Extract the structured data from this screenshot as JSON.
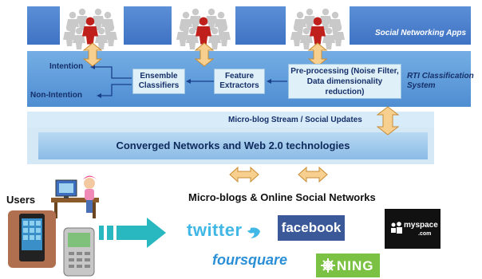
{
  "apps_layer": {
    "label": "Social Networking Apps",
    "colors": {
      "band": "#3f73c4",
      "band_light": "#5b8fd6",
      "person": "#c8c8c8",
      "person_red": "#c0201c"
    }
  },
  "rti_layer": {
    "label": "RTI Classification System",
    "intention": "Intention",
    "non_intention": "Non-Intention",
    "ensemble": "Ensemble Classifiers",
    "feature": "Feature Extractors",
    "preprocessing": "Pre-processing (Noise Filter, Data dimensionality reduction)",
    "colors": {
      "band": "#5c9ad8",
      "box": "#dff0f8",
      "text": "#1a3f8a"
    }
  },
  "stream_label": "Micro-blog Stream / Social Updates",
  "converged": {
    "label": "Converged Networks and Web 2.0 technologies",
    "colors": {
      "outer": "#d4e8f6",
      "inner": "#9ec8ec"
    }
  },
  "users_label": "Users",
  "microblogs_label": "Micro-blogs & Online Social Networks",
  "logos": {
    "twitter": "twitter",
    "facebook": "facebook",
    "myspace": "myspace",
    "myspace_suffix": ".com",
    "foursquare": "foursquare",
    "ning": "NING",
    "colors": {
      "twitter": "#41b7e6",
      "facebook": "#3b5998",
      "myspace": "#111111",
      "foursquare": "#2a8fd6",
      "ning": "#7bc143"
    }
  },
  "arrow_colors": {
    "fill": "#f7cf8f",
    "stroke": "#c88c35",
    "teal": "#2ab8c0",
    "dark": "#1a3f8a"
  }
}
